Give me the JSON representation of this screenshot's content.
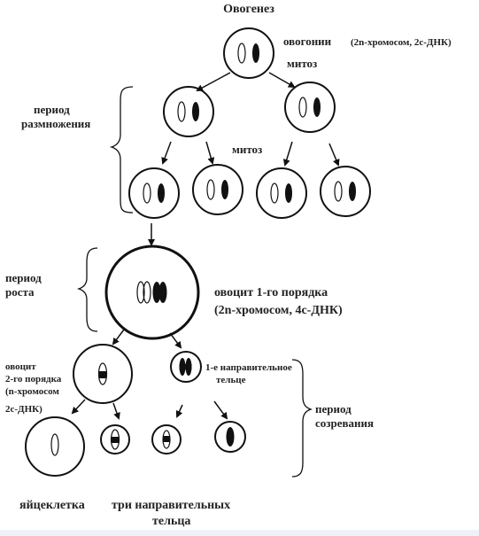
{
  "title": "Овогенез",
  "labels": {
    "oogonia": "овогонии",
    "oogonia_detail": "(2n-хромосом, 2с-ДНК)",
    "mitosis_top": "митоз",
    "mitosis_mid": "митоз",
    "period_reproduction_1": "период",
    "period_reproduction_2": "размножения",
    "period_growth_1": "период",
    "period_growth_2": "роста",
    "oocyte1_1": "овоцит 1-го порядка",
    "oocyte1_2": "(2n-хромосом, 4с-ДНК)",
    "oocyte2_1": "овоцит",
    "oocyte2_2": "2-го порядка",
    "oocyte2_3": "(n-хромосом",
    "oocyte2_4": "2с-ДНК)",
    "polar1_1": "1-е направительное",
    "polar1_2": "тельце",
    "period_maturation_1": "период",
    "period_maturation_2": "созревания",
    "egg": "яйцеклетка",
    "three_polar_1": "три направительных",
    "three_polar_2": "тельца"
  }
}
